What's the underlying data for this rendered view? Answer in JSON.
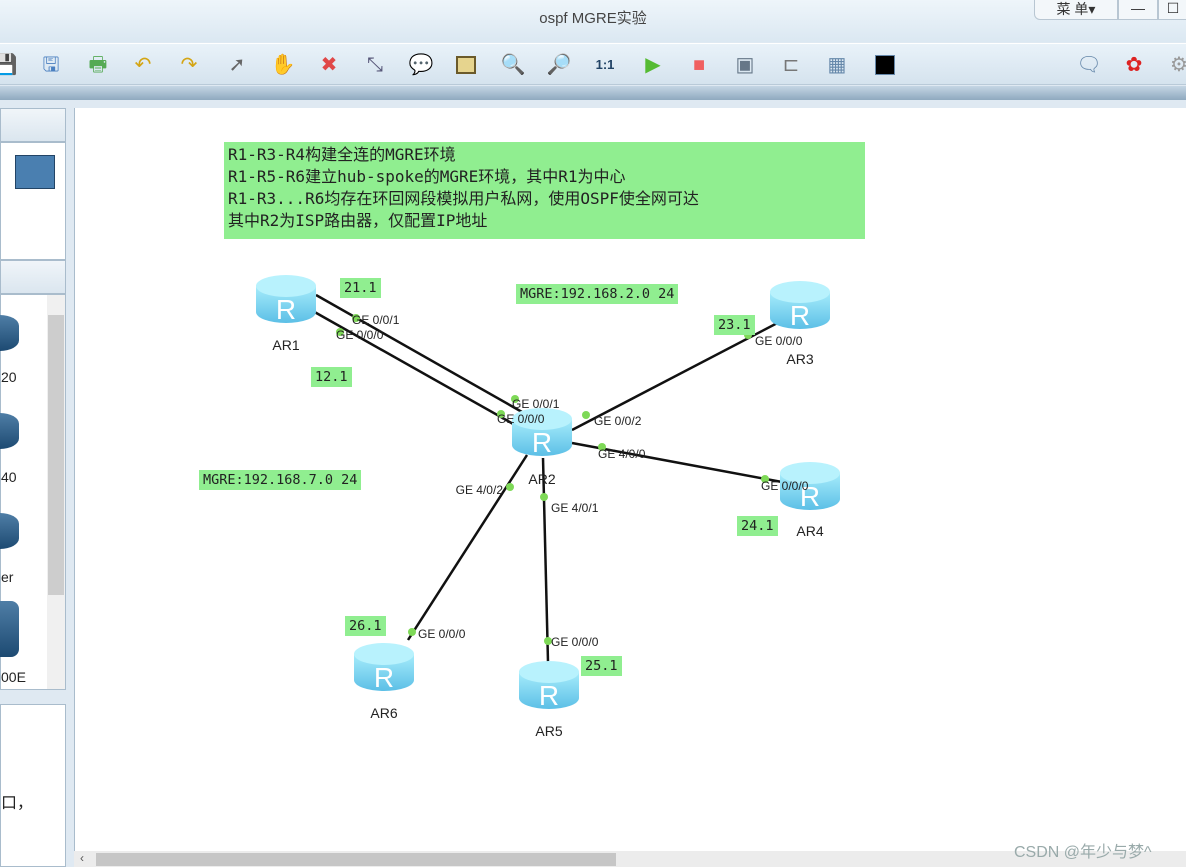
{
  "window": {
    "title": "ospf  MGRE实验",
    "menu_label": "菜 单▾",
    "minimize": "—",
    "maximize": "☐"
  },
  "toolbar": {
    "icons": [
      "save-icon",
      "save-as-icon",
      "print-icon",
      "undo-icon",
      "redo-icon",
      "pointer-icon",
      "hand-icon",
      "delete-icon",
      "delete-link-icon",
      "text-note-icon",
      "rectangle-icon",
      "zoom-in-icon",
      "zoom-out-icon",
      "fit-icon",
      "start-icon",
      "stop-icon",
      "capture-icon",
      "topology-icon",
      "grid-icon",
      "console-icon",
      "chat-icon",
      "huawei-icon",
      "settings-icon"
    ]
  },
  "left_panel": {
    "devices": [
      "20",
      "40",
      "er",
      "00E"
    ],
    "partial_text": "口，"
  },
  "canvas": {
    "description": [
      "R1-R3-R4构建全连的MGRE环境",
      "R1-R5-R6建立hub-spoke的MGRE环境，其中R1为中心",
      "R1-R3...R6均存在环回网段模拟用户私网，使用OSPF使全网可达",
      "其中R2为ISP路由器，仅配置IP地址"
    ],
    "notes": {
      "ar1_g1": "21.1",
      "ar1_g0": "12.1",
      "mgre2": "MGRE:192.168.2.0 24",
      "ar3": "23.1",
      "mgre7": "MGRE:192.168.7.0 24",
      "ar4": "24.1",
      "ar6": "26.1",
      "ar5": "25.1"
    },
    "routers": [
      "AR1",
      "AR2",
      "AR3",
      "AR4",
      "AR5",
      "AR6"
    ],
    "interfaces": {
      "ar1_g001": "GE 0/0/1",
      "ar1_g000": "GE 0/0/0",
      "ar2_g001": "GE 0/0/1",
      "ar2_g000": "GE 0/0/0",
      "ar2_g002": "GE 0/0/2",
      "ar2_g400": "GE 4/0/0",
      "ar2_g402": "GE 4/0/2",
      "ar2_g401": "GE 4/0/1",
      "ar3_g000": "GE 0/0/0",
      "ar4_g000": "GE 0/0/0",
      "ar6_g000": "GE 0/0/0",
      "ar5_g000": "GE 0/0/0"
    }
  },
  "watermark": "CSDN @年少与梦^",
  "colors": {
    "note": "#90ee90",
    "router": "#7fd3f0",
    "port": "#7ed957"
  }
}
